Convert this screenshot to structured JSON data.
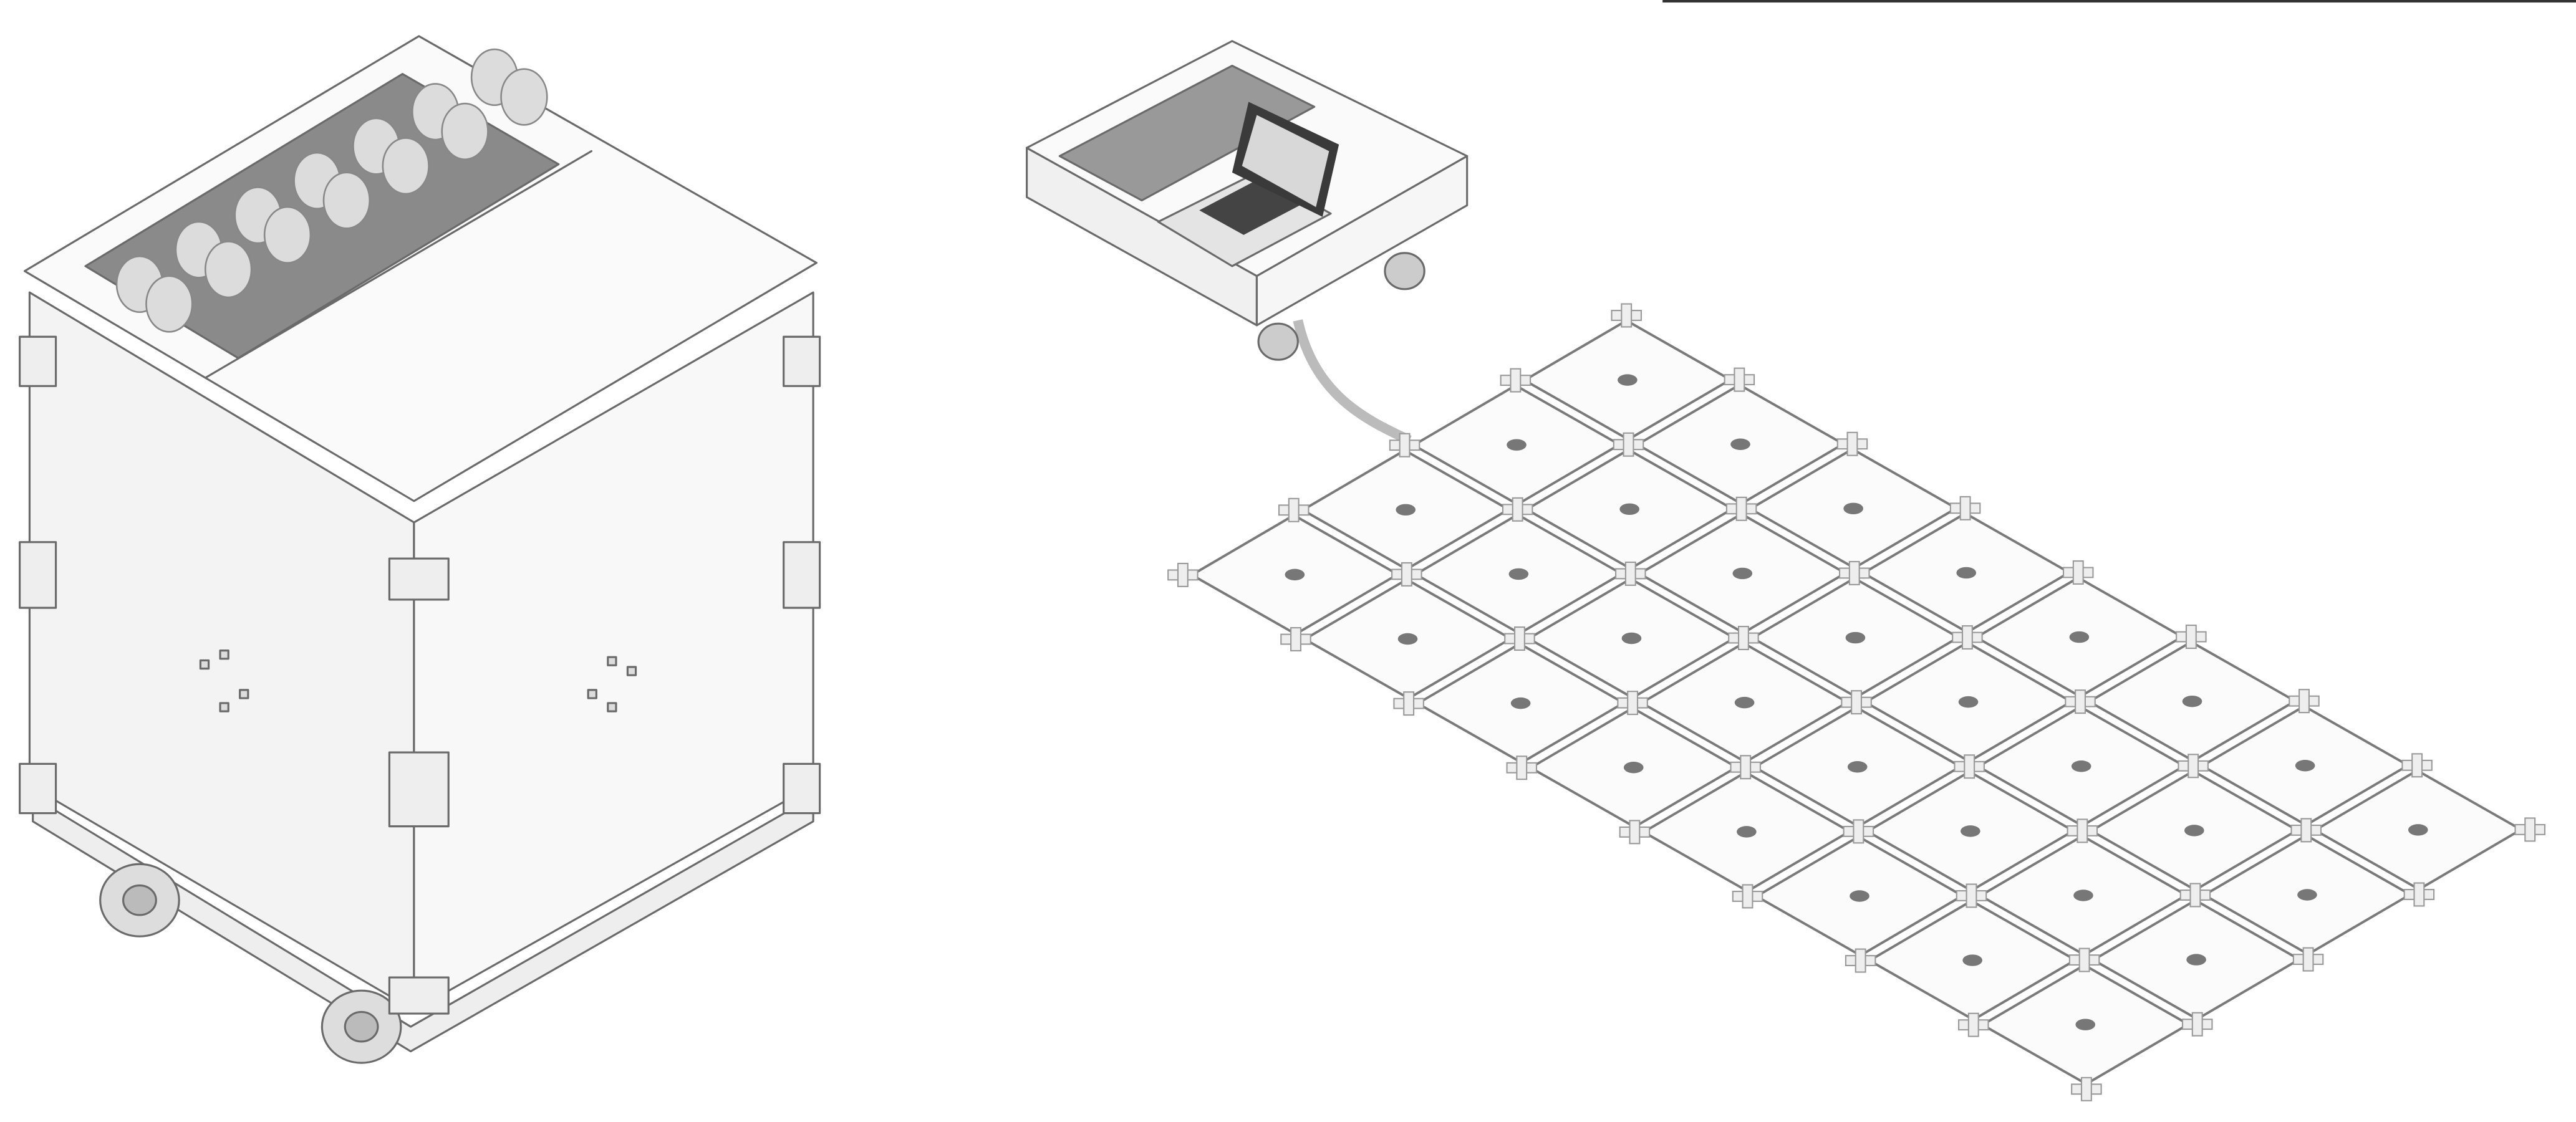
{
  "colors": {
    "background": "#ffffff",
    "face_light": "#f7f7f7",
    "face_mid": "#efefef",
    "face_dark": "#e6e6e6",
    "line": "#6a6a6a",
    "groove": "#7a7a7a",
    "roller": "#dcdcdc",
    "screen": "#d8d8d8",
    "laptop_body": "#3a3a3a",
    "top_bar": "#333333"
  },
  "floor_grid": {
    "tiles_across": 4,
    "tiles_along": 8
  },
  "cart_rollers": {
    "rows": 2,
    "per_row": 7
  }
}
